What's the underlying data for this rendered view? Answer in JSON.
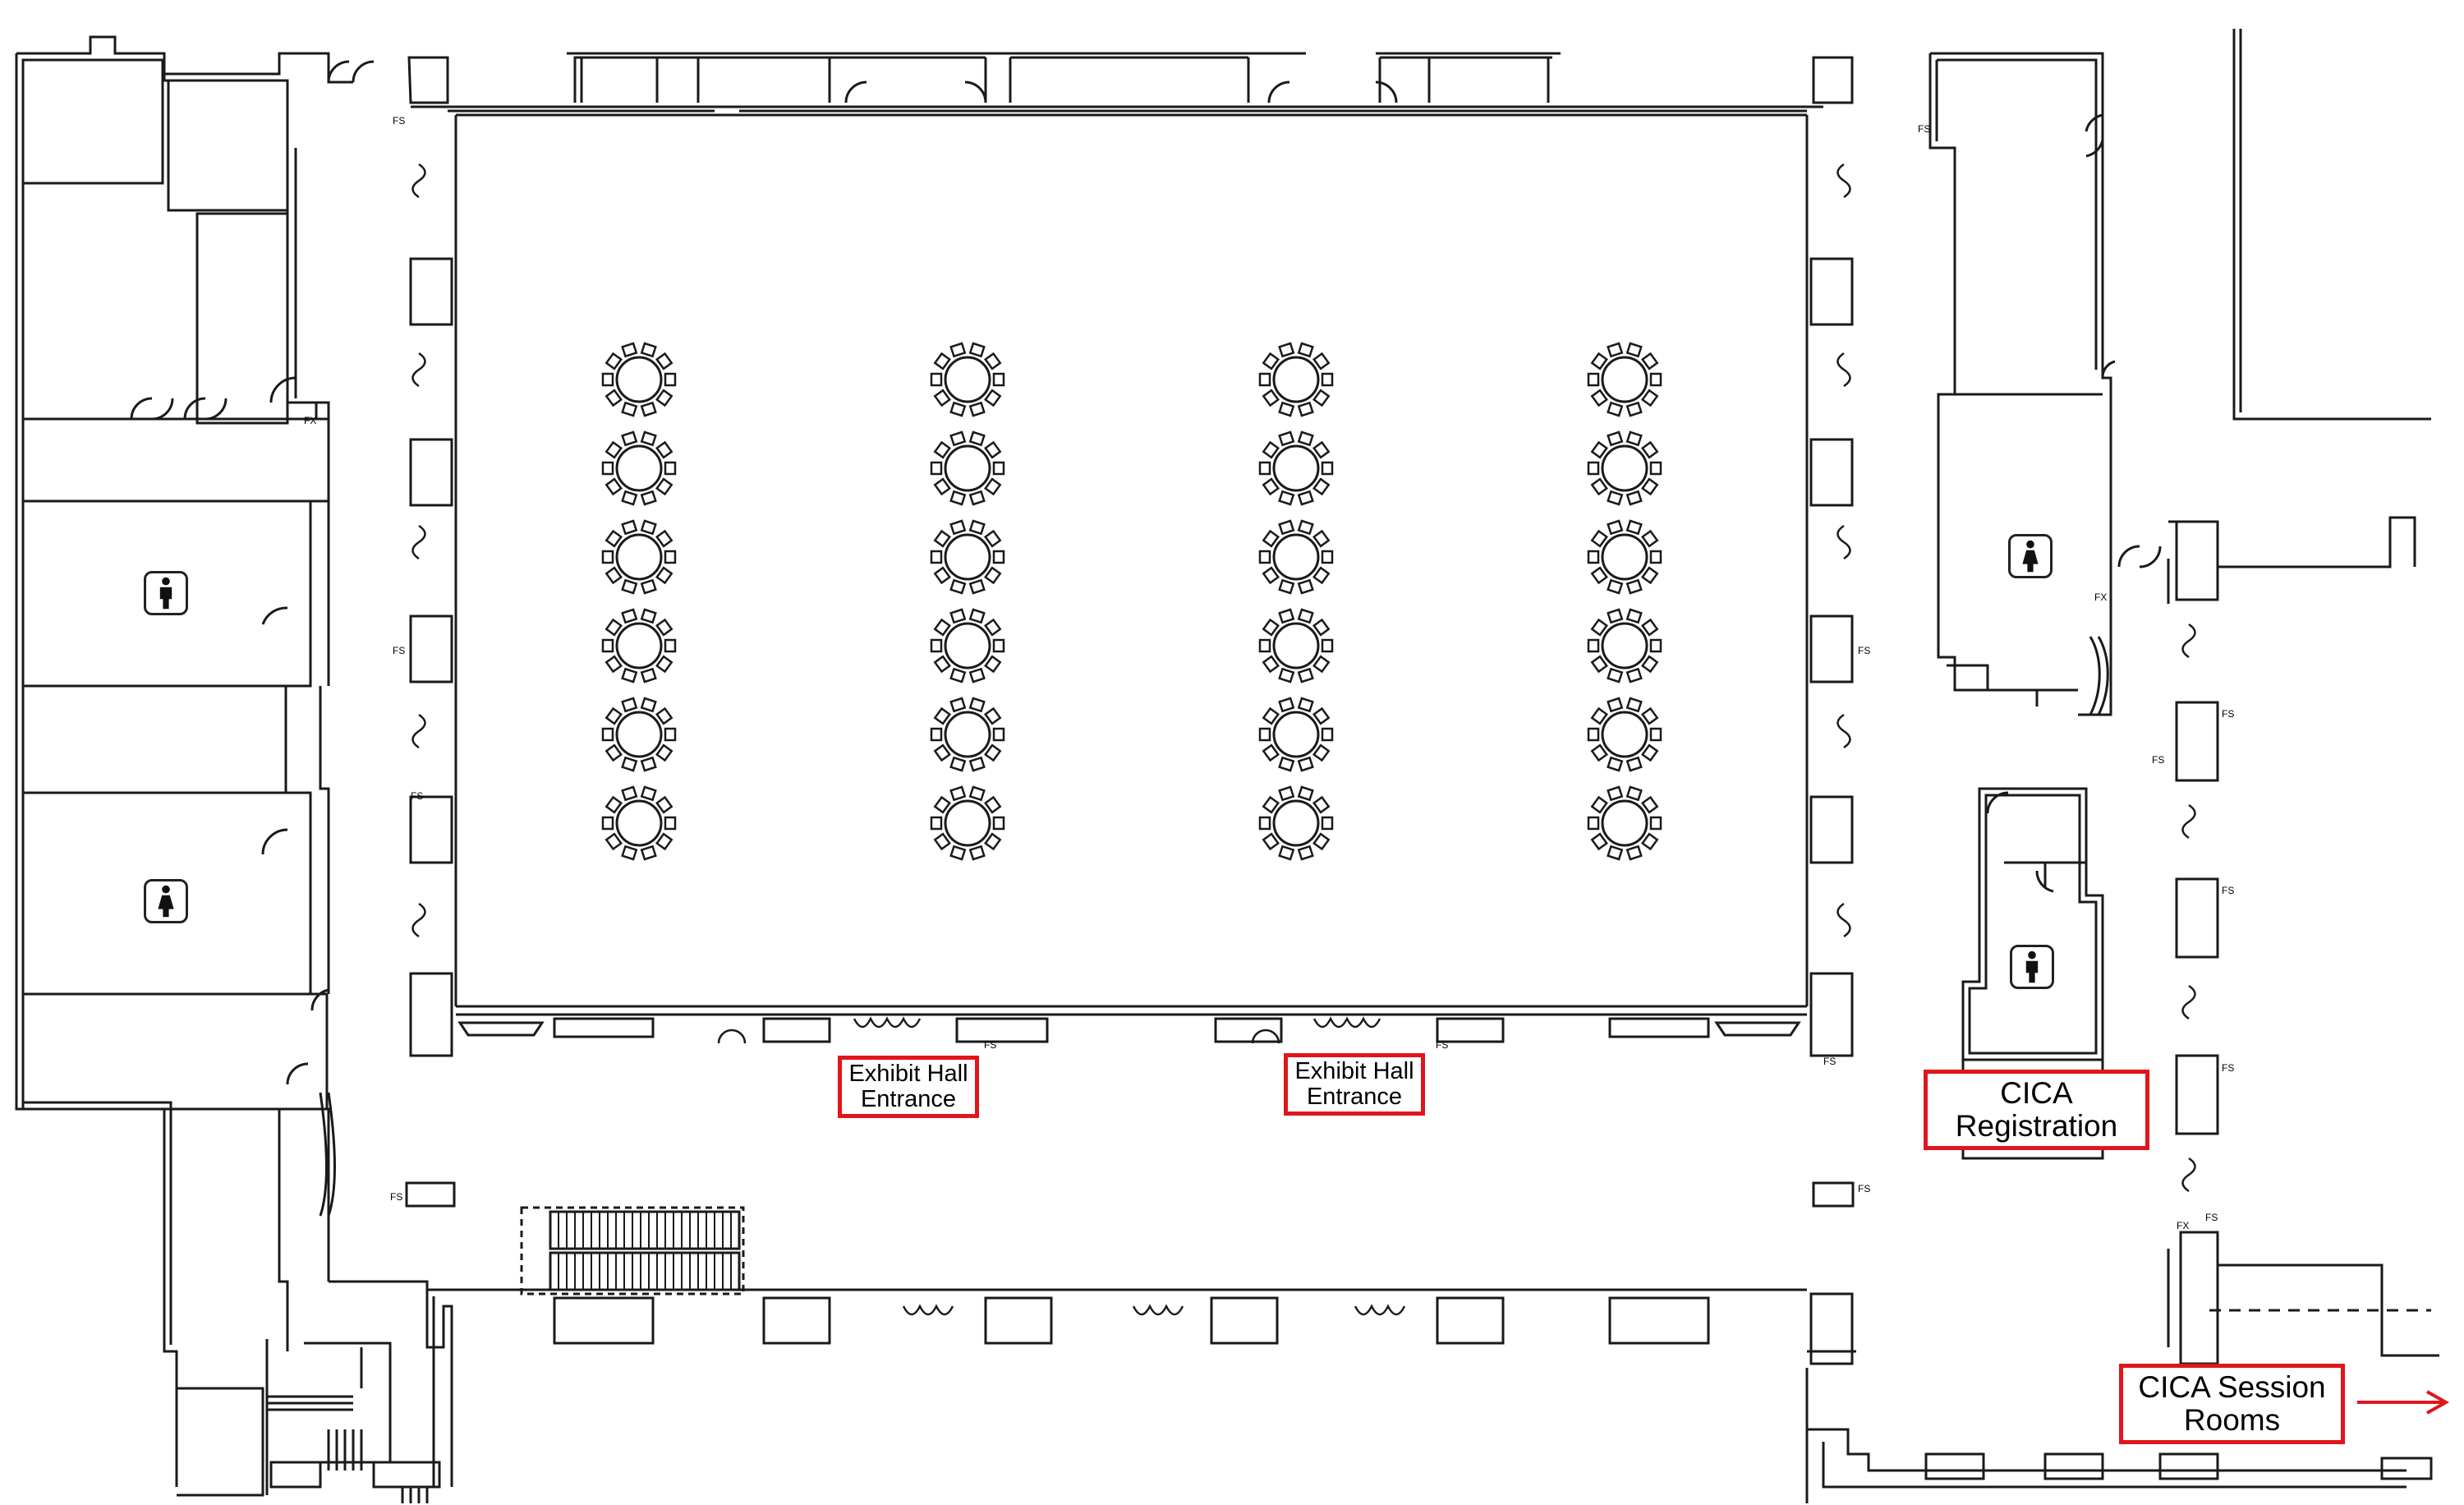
{
  "labels": {
    "entrance_left": [
      "Exhibit Hall",
      "Entrance"
    ],
    "entrance_right": [
      "Exhibit Hall",
      "Entrance"
    ],
    "registration": [
      "CICA",
      "Registration"
    ],
    "session_rooms": [
      "CICA Session",
      "Rooms"
    ]
  },
  "codes": [
    "FS",
    "FX",
    "FS",
    "FS",
    "FS",
    "FS",
    "FS",
    "FS",
    "FS",
    "FS",
    "FS",
    "FS",
    "FS",
    "FX",
    "FS",
    "FX",
    "FS",
    "FS"
  ],
  "icons": {
    "restroom_men": "man-restroom-icon",
    "restroom_women": "woman-restroom-icon",
    "arrow": "right-arrow-icon"
  },
  "colors": {
    "label_border": "#e0161b",
    "walls": "#1a1a1a"
  },
  "tables": {
    "columns": 4,
    "rows": 6
  }
}
